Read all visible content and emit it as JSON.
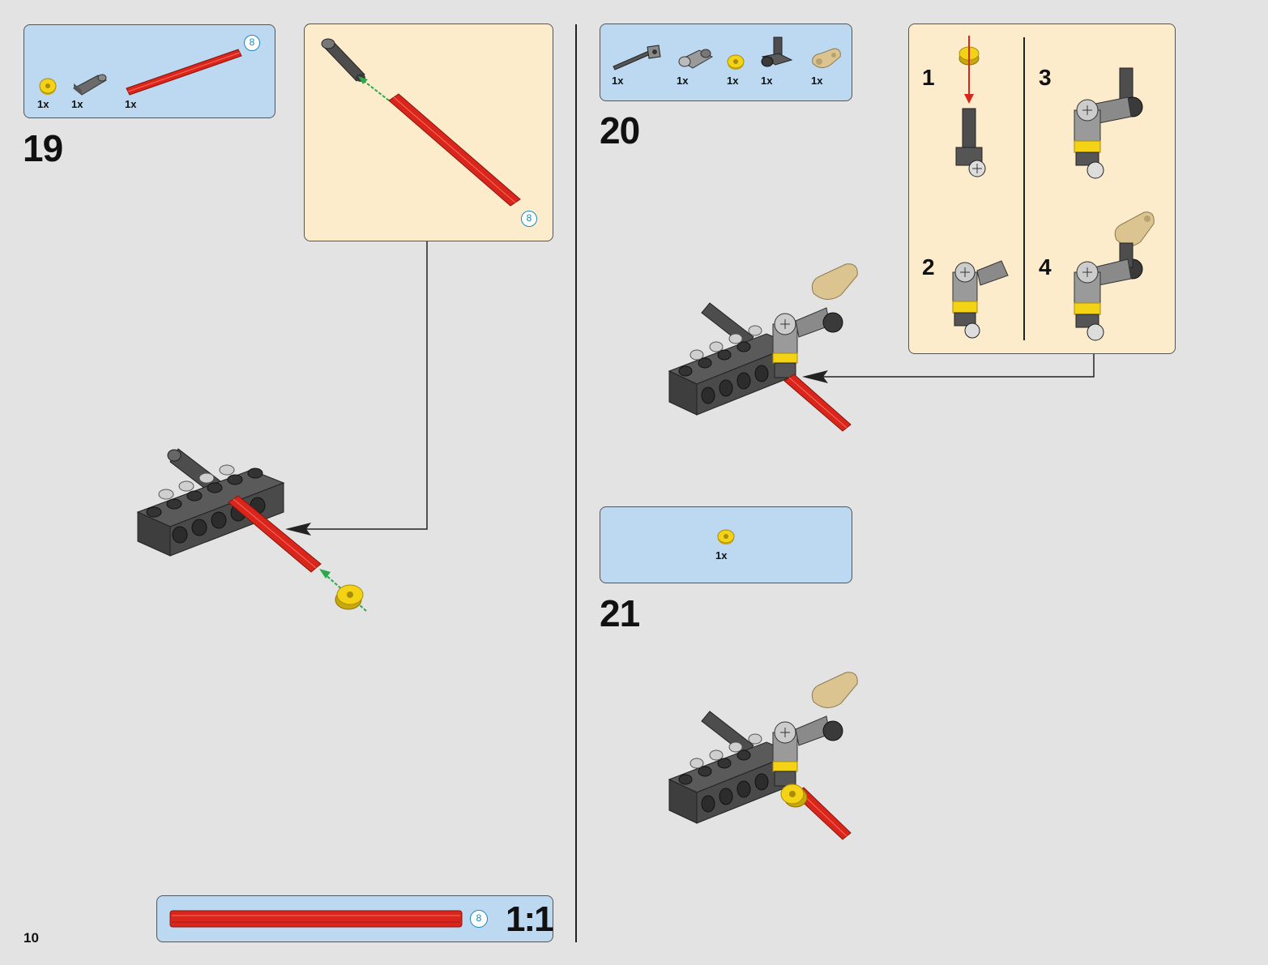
{
  "page_number": "10",
  "step19": {
    "number": "19",
    "parts": [
      {
        "qty": "1x",
        "icon": "yellow-bush-icon"
      },
      {
        "qty": "1x",
        "icon": "dark-gray-axle-connector-icon"
      },
      {
        "qty": "1x",
        "icon": "red-axle-8-icon",
        "length": "8"
      }
    ],
    "callout_axle_length": "8"
  },
  "step20": {
    "number": "20",
    "parts": [
      {
        "qty": "1x",
        "icon": "axle-with-stop-icon"
      },
      {
        "qty": "1x",
        "icon": "gray-cross-block-icon"
      },
      {
        "qty": "1x",
        "icon": "yellow-bush-icon"
      },
      {
        "qty": "1x",
        "icon": "dark-gray-angle-connector-icon"
      },
      {
        "qty": "1x",
        "icon": "tan-liftarm-icon"
      }
    ],
    "substeps": [
      "1",
      "2",
      "3",
      "4"
    ]
  },
  "step21": {
    "number": "21",
    "parts": [
      {
        "qty": "1x",
        "icon": "yellow-bush-icon"
      }
    ]
  },
  "scale_box": {
    "length": "8",
    "label": "1:1"
  },
  "colors": {
    "background": "#e3e3e3",
    "parts_box": "#bcd9f1",
    "callout": "#fdeccb",
    "axle_red": "#d9261c",
    "brick_gray": "#4d4d4d",
    "bush_yellow": "#f4d317",
    "liftarm_tan": "#dcc491",
    "arrow_green": "#2aa84a",
    "badge_blue": "#1a8bb8"
  }
}
